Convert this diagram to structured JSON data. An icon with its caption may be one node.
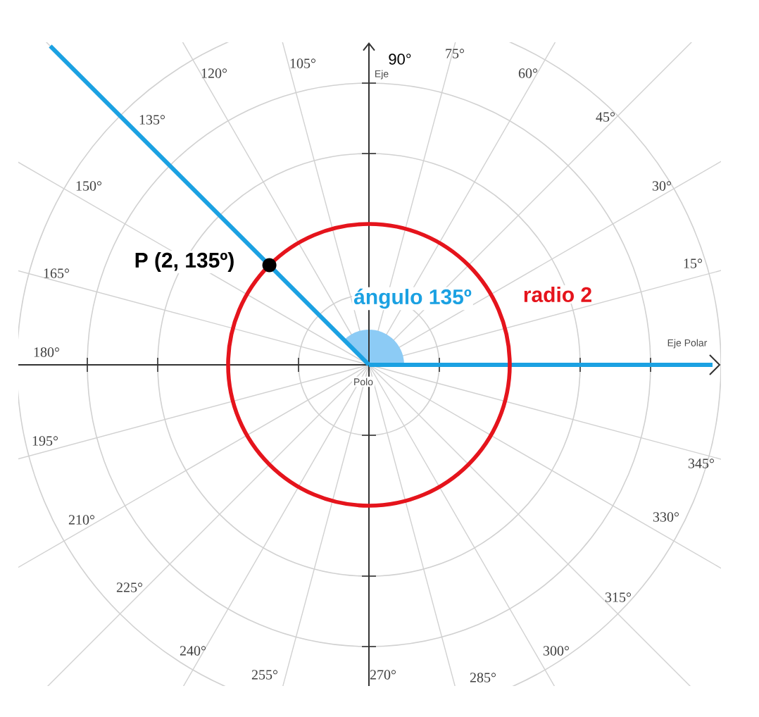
{
  "diagram": {
    "labels": [
      "120°",
      "105°",
      "Eje",
      "90°",
      "75°",
      "60°",
      "135°",
      "45°",
      "150°",
      "30°",
      "P (2, 135º)",
      "165°",
      "15°",
      "ángulo 135º",
      "radio 2",
      "180°",
      "Eje Polar",
      "Polo",
      "195°",
      "345°",
      "210°",
      "330°",
      "225°",
      "315°",
      "240°",
      "300°",
      "255°",
      "270°",
      "285°"
    ]
  }
}
